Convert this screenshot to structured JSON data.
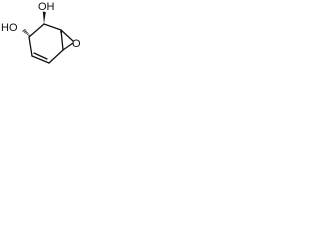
{
  "molecule": {
    "atoms": {
      "oh_left": "HO",
      "oh_top": "OH",
      "epoxide_o": "O"
    },
    "bond_color": "#111111",
    "background": "#ffffff"
  }
}
